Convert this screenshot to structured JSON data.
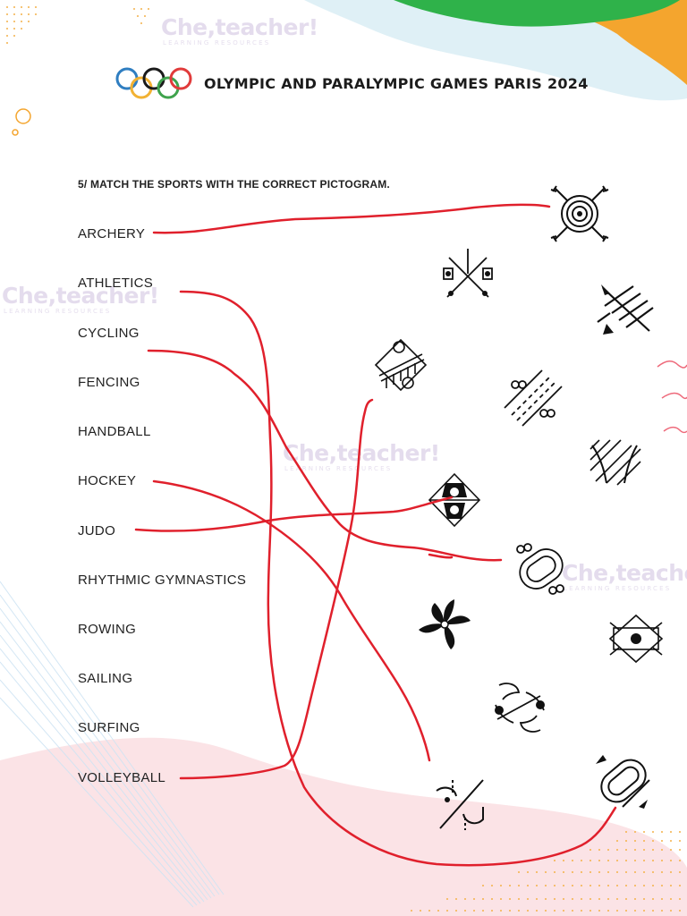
{
  "watermark": {
    "brand": "Che,teacher!",
    "tagline": "LEARNING RESOURCES"
  },
  "header": {
    "title": "OLYMPIC AND PARALYMPIC GAMES PARIS 2024",
    "logo_icon": "olympic-rings-icon",
    "ring_colors": [
      "#2f7ec1",
      "#f2b233",
      "#1b1b1b",
      "#3fa34d",
      "#e13b3b"
    ]
  },
  "exercise": {
    "instruction": "5/ MATCH THE SPORTS WITH THE CORRECT PICTOGRAM.",
    "sports": [
      "ARCHERY",
      "ATHLETICS",
      "CYCLING",
      "FENCING",
      "HANDBALL",
      "HOCKEY",
      "JUDO",
      "RHYTHMIC GYMNASTICS",
      "ROWING",
      "SAILING",
      "SURFING",
      "VOLLEYBALL"
    ],
    "pictograms": [
      "archery-target-icon",
      "fencing-icon",
      "rowing-icon",
      "volleyball-icon",
      "cycling-road-icon",
      "sailing-icon",
      "judo-icon",
      "cycling-track-icon",
      "rhythmic-gymnastics-icon",
      "handball-icon",
      "surfing-icon",
      "athletics-track-icon",
      "hockey-icon"
    ],
    "line_color": "#e0202c"
  }
}
